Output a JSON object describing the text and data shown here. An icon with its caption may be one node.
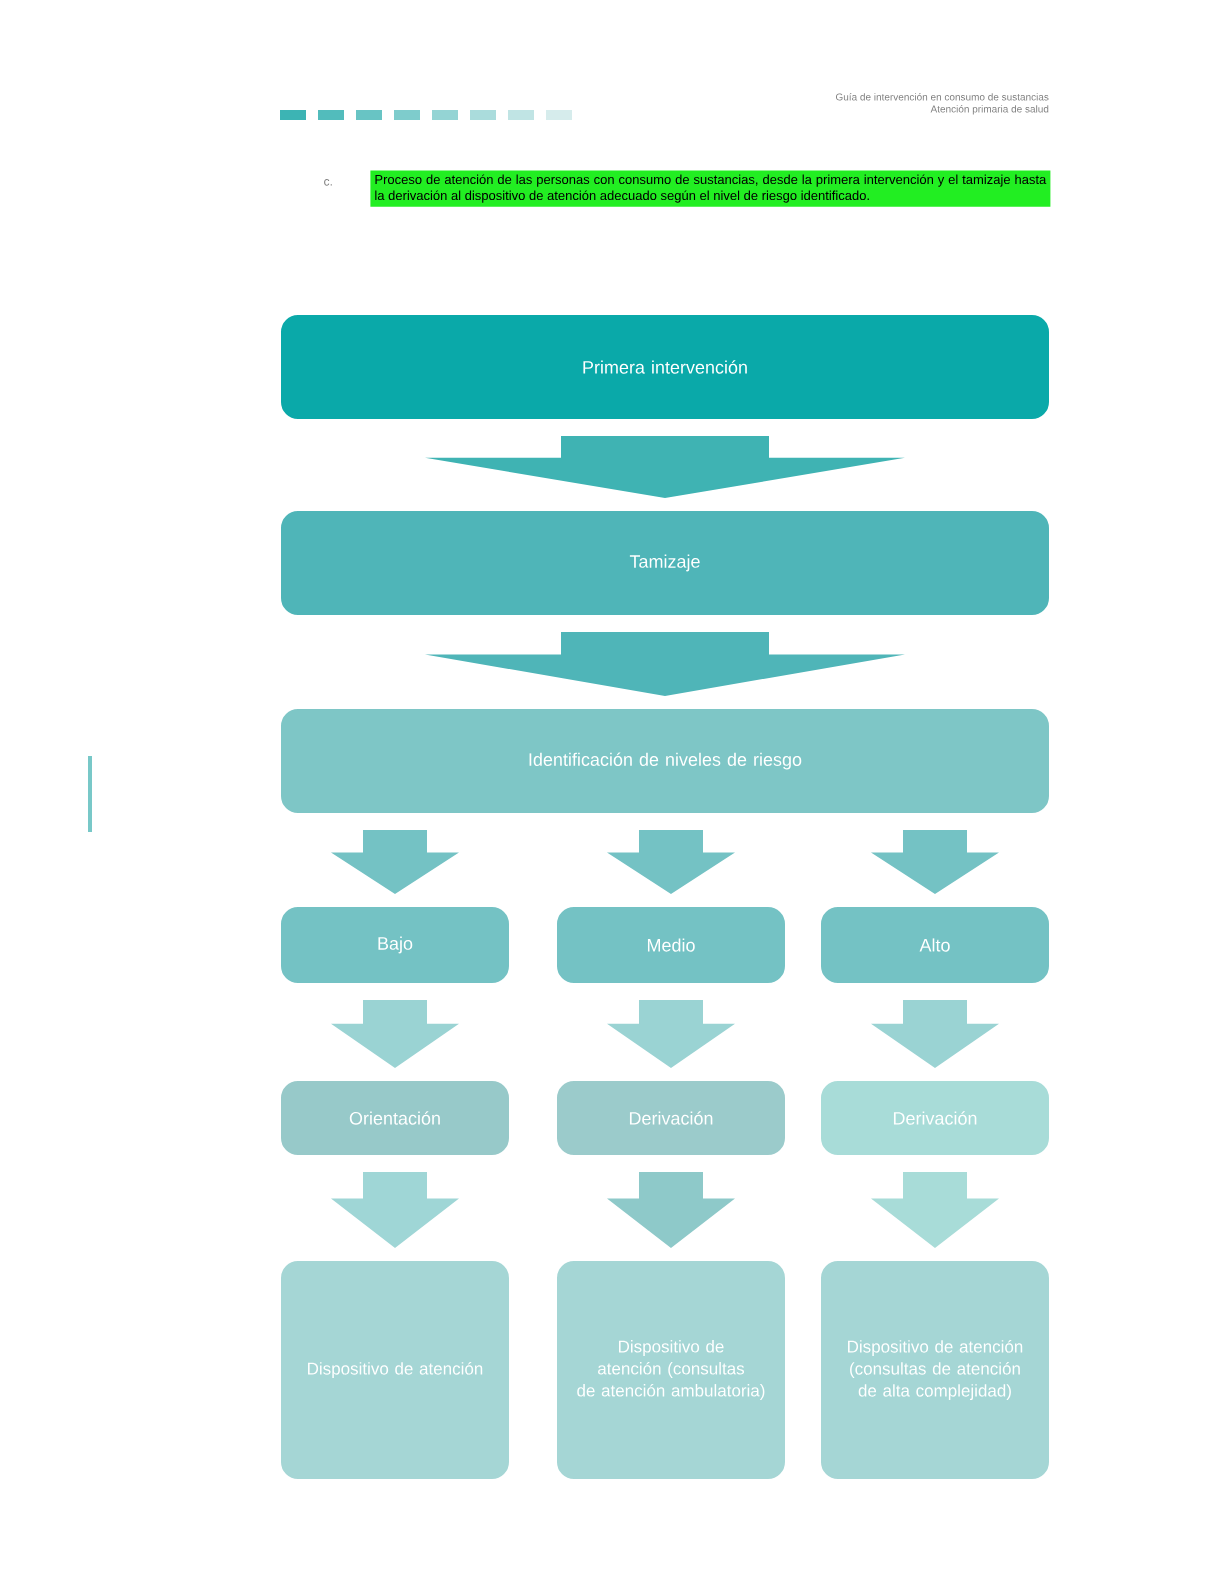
{
  "diagram": {
    "nodes": [
      {
        "text": [
          "Primera intervención"
        ]
      },
      {
        "text": [
          "Tamizaje"
        ]
      },
      {
        "text": [
          "Identificación de niveles de riesgo"
        ]
      },
      {
        "text": [
          "Bajo"
        ]
      },
      {
        "text": [
          "Medio"
        ]
      },
      {
        "text": [
          "Alto"
        ]
      },
      {
        "text": [
          "Orientación"
        ]
      },
      {
        "text": [
          "Derivación"
        ]
      },
      {
        "text": [
          "Derivación"
        ]
      },
      {
        "text": [
          "Dispositivo de atención"
        ]
      },
      {
        "text": [
          "Dispositivo de atención (consultas de atención ambulatoria)"
        ]
      },
      {
        "text": [
          "Dispositivo de atención (consultas de atención de alta complejidad)"
        ]
      }
    ],
    "edges": [
      {
        "from": 0,
        "to": 1,
        "arrow": "to"
      },
      {
        "from": 1,
        "to": 2,
        "arrow": "to"
      },
      {
        "from": 2,
        "to": 3,
        "arrow": "to"
      },
      {
        "from": 2,
        "to": 4,
        "arrow": "to"
      },
      {
        "from": 2,
        "to": 5,
        "arrow": "to"
      },
      {
        "from": 3,
        "to": 6,
        "arrow": "to"
      },
      {
        "from": 4,
        "to": 7,
        "arrow": "to"
      },
      {
        "from": 5,
        "to": 8,
        "arrow": "to"
      },
      {
        "from": 6,
        "to": 9,
        "arrow": "to"
      },
      {
        "from": 7,
        "to": 10,
        "arrow": "to"
      },
      {
        "from": 8,
        "to": 11,
        "arrow": "to"
      }
    ],
    "labels": [
      "Guía de intervención en consumo de sustancias",
      "Atención primaria de salud",
      "c.",
      "Proceso de atención de las personas con consumo de sustancias, desde la primera intervención y el tamizaje hasta la derivación al dispositivo de atención adecuado según el nivel de riesgo identificado."
    ]
  }
}
